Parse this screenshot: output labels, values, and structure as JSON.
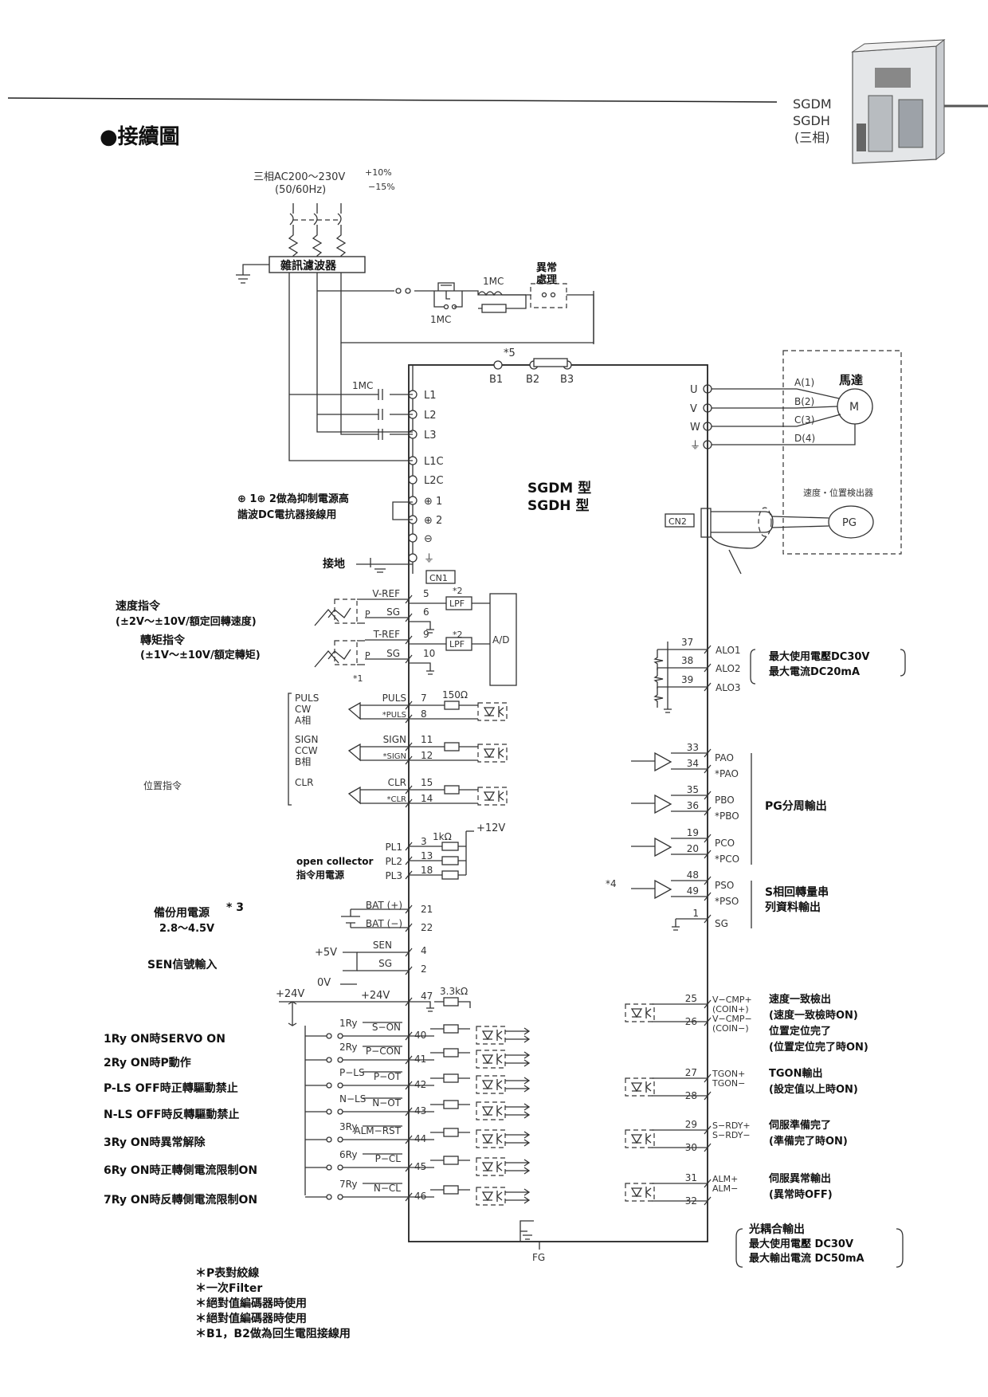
{
  "header": {
    "title": "●接續圖",
    "model_tag": [
      "SGDM",
      "SGDH",
      "(三相)"
    ]
  },
  "power": {
    "supply": "三相AC200～230V",
    "supply_tol_plus": "+10%",
    "supply_tol_minus": "−15%",
    "supply_freq": "(50/60Hz)",
    "noise_filter": "雜訊濾波器",
    "abnormal": [
      "異常",
      "處理"
    ],
    "mc": "1MC",
    "mc_contact": "1MC",
    "mc_coil": "1MC",
    "regen_note": "*5",
    "regen_terminals": [
      "B1",
      "B2",
      "B3"
    ],
    "line_terminals": [
      "L1",
      "L2",
      "L3",
      "L1C",
      "L2C",
      "⊕ 1",
      "⊕ 2",
      "⊖",
      "⏚"
    ],
    "dc_reactor_note": [
      "⊕ 1⊕ 2做為抑制電源高",
      "諧波DC電抗器接線用"
    ],
    "ground_label": "接地"
  },
  "driver": {
    "model_label": [
      "SGDM 型",
      "SGDH 型"
    ],
    "cn1": "CN1",
    "cn2": "CN2",
    "fg": "FG"
  },
  "motor": {
    "terminals": [
      "U",
      "V",
      "W",
      "⏚"
    ],
    "phases": [
      "A(1)",
      "B(2)",
      "C(3)",
      "D(4)"
    ],
    "label": "馬達",
    "symbol": "M",
    "encoder_label": "速度・位置検出器",
    "encoder": "PG"
  },
  "analog": {
    "speed_cmd": [
      "速度指令",
      "(±2V～±10V/額定回轉速度)"
    ],
    "torque_cmd": [
      "轉矩指令",
      "(±1V～±10V/額定轉矩)"
    ],
    "signals": [
      {
        "name": "V-REF",
        "pin": "5"
      },
      {
        "name": "SG",
        "pin": "6"
      },
      {
        "name": "T-REF",
        "pin": "9"
      },
      {
        "name": "SG",
        "pin": "10"
      }
    ],
    "lpf": "LPF",
    "lpf_note": "*2",
    "ad": "A/D",
    "note1": "*1",
    "p": "P"
  },
  "position": {
    "label": "位置指令",
    "groups": [
      {
        "left": [
          "PULS",
          "CW",
          "A相"
        ],
        "pos": "PULS",
        "pos_pin": "7",
        "neg": "*PULS",
        "neg_pin": "8"
      },
      {
        "left": [
          "SIGN",
          "CCW",
          "B相"
        ],
        "pos": "SIGN",
        "pos_pin": "11",
        "neg": "*SIGN",
        "neg_pin": "12"
      },
      {
        "left": [
          "CLR"
        ],
        "pos": "CLR",
        "pos_pin": "15",
        "neg": "*CLR",
        "neg_pin": "14"
      }
    ],
    "resistor": "150Ω",
    "plus12": "+12V",
    "pl": [
      {
        "name": "PL1",
        "pin": "3"
      },
      {
        "name": "PL2",
        "pin": "13"
      },
      {
        "name": "PL3",
        "pin": "18"
      }
    ],
    "pl_resistor": "1kΩ",
    "open_collector": [
      "open collector",
      "指令用電源"
    ]
  },
  "battery": {
    "label": "備份用電源",
    "note": "* 3",
    "range": "2.8～4.5V",
    "pins": [
      {
        "name": "BAT (+)",
        "pin": "21"
      },
      {
        "name": "BAT (−)",
        "pin": "22"
      }
    ]
  },
  "sen": {
    "label": "SEN信號輸入",
    "plus5": "+5V",
    "zero": "0V",
    "pins": [
      {
        "name": "SEN",
        "pin": "4"
      },
      {
        "name": "SG",
        "pin": "2"
      }
    ]
  },
  "inputs": {
    "p24_left": "+24V",
    "p24": "+24V",
    "p24_pin": "47",
    "resistor": "3.3kΩ",
    "rows": [
      {
        "desc": "1Ry  ON時SERVO  ON",
        "relay": "1Ry",
        "signal": "S−ON",
        "pin": "40"
      },
      {
        "desc": "2Ry  ON時P動作",
        "relay": "2Ry",
        "signal": "P−CON",
        "pin": "41"
      },
      {
        "desc": "P-LS  OFF時正轉驅動禁止",
        "relay": "P−LS",
        "signal": "P−OT",
        "pin": "42"
      },
      {
        "desc": "N-LS  OFF時反轉驅動禁止",
        "relay": "N−LS",
        "signal": "N−OT",
        "pin": "43"
      },
      {
        "desc": "3Ry  ON時異常解除",
        "relay": "3Ry",
        "signal": "ALM−RST",
        "pin": "44"
      },
      {
        "desc": "6Ry  ON時正轉側電流限制ON",
        "relay": "6Ry",
        "signal": "P−CL",
        "pin": "45"
      },
      {
        "desc": "7Ry  ON時反轉側電流限制ON",
        "relay": "7Ry",
        "signal": "N−CL",
        "pin": "46"
      }
    ]
  },
  "alarm_out": {
    "pins": [
      {
        "pin": "37",
        "name": "ALO1"
      },
      {
        "pin": "38",
        "name": "ALO2"
      },
      {
        "pin": "39",
        "name": "ALO3"
      }
    ],
    "desc": [
      "最大使用電壓DC30V",
      "最大電流DC20mA"
    ]
  },
  "pg_out": {
    "pins": [
      {
        "pin": "33",
        "name": "PAO"
      },
      {
        "pin": "34",
        "name": "*PAO"
      },
      {
        "pin": "35",
        "name": "PBO"
      },
      {
        "pin": "36",
        "name": "*PBO"
      },
      {
        "pin": "19",
        "name": "PCO"
      },
      {
        "pin": "20",
        "name": "*PCO"
      },
      {
        "pin": "48",
        "name": "PSO"
      },
      {
        "pin": "49",
        "name": "*PSO"
      },
      {
        "pin": "1",
        "name": "SG"
      }
    ],
    "pg_div": "PG分周輸出",
    "s_phase": [
      "S相回轉量串",
      "列資料輸出"
    ],
    "note4": "*4"
  },
  "digital_out": {
    "rows": [
      {
        "pins": [
          "25",
          "26"
        ],
        "names": [
          "V−CMP+",
          "(COIN+)",
          "V−CMP−",
          "(COIN−)"
        ],
        "desc": [
          "速度一致檢出",
          "(速度一致檢時ON)",
          "位置定位完了",
          "(位置定位完了時ON)"
        ]
      },
      {
        "pins": [
          "27",
          "28"
        ],
        "names": [
          "TGON+",
          "TGON−"
        ],
        "desc": [
          "TGON輸出",
          "(設定值以上時ON)"
        ]
      },
      {
        "pins": [
          "29",
          "30"
        ],
        "names": [
          "S−RDY+",
          "S−RDY−"
        ],
        "desc": [
          "伺服準備完了",
          "(準備完了時ON)"
        ]
      },
      {
        "pins": [
          "31",
          "32"
        ],
        "names": [
          "ALM+",
          "ALM−"
        ],
        "desc": [
          "伺服異常輸出",
          "(異常時OFF)"
        ]
      }
    ],
    "optocoupler": [
      "光耦合輸出",
      "最大使用電壓  DC30V",
      "最大輸出電流  DC50mA"
    ]
  },
  "footnotes": [
    "＊P表對絞線",
    "＊一次Filter",
    "＊絕對值編碼器時使用",
    "＊絕對值編碼器時使用",
    "＊B1，B2做為回生電阻接線用"
  ]
}
